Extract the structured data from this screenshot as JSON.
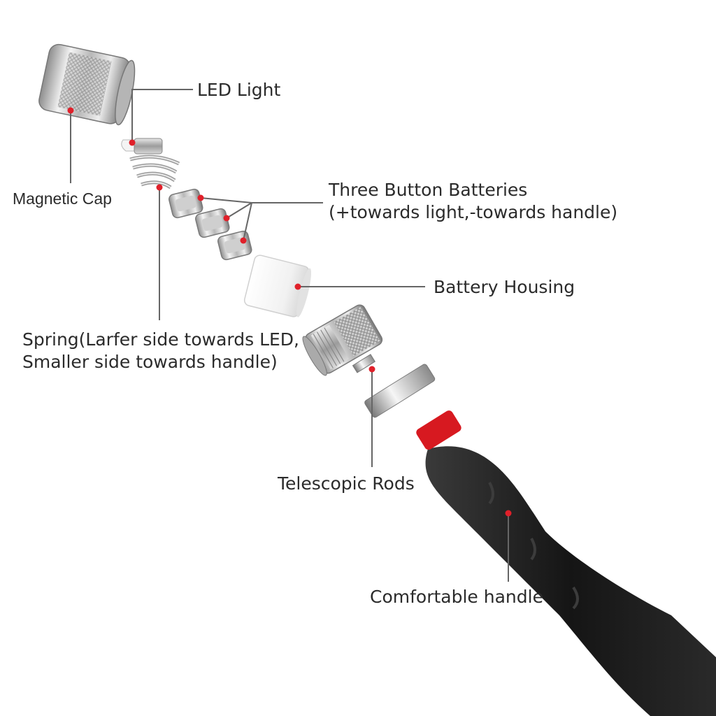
{
  "diagram": {
    "labels": {
      "led_light": "LED Light",
      "magnetic_cap": "Magnetic Cap",
      "batteries_line1": "Three Button Batteries",
      "batteries_line2": "(+towards light,-towards handle)",
      "battery_housing": "Battery Housing",
      "spring_line1": "Spring(Larfer side towards LED,",
      "spring_line2": "Smaller side towards handle)",
      "telescopic_rods": "Telescopic Rods",
      "comfortable_handle": "Comfortable handle"
    },
    "colors": {
      "leader_line": "#666666",
      "marker_dot": "#e0202a",
      "handle_black": "#1c1c1c",
      "handle_ring": "#d71920",
      "housing_white": "#f4f4f4"
    }
  }
}
